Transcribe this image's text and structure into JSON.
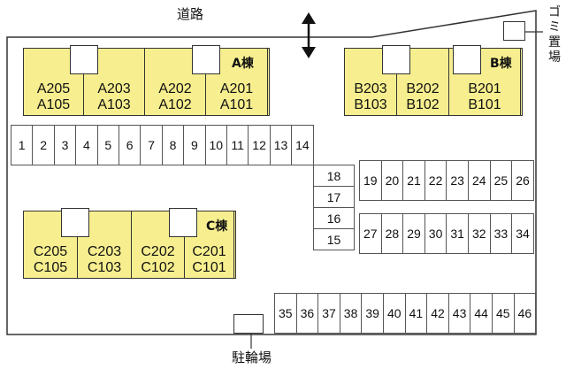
{
  "labels": {
    "road": "道路",
    "trash": "ゴミ置場",
    "bike": "駐輪場"
  },
  "buildings": [
    {
      "name": "A棟",
      "units": [
        [
          "A205",
          "A105"
        ],
        [
          "A203",
          "A103"
        ],
        [
          "A202",
          "A102"
        ],
        [
          "A201",
          "A101"
        ]
      ]
    },
    {
      "name": "B棟",
      "units": [
        [
          "B203",
          "B103"
        ],
        [
          "B202",
          "B102"
        ],
        [
          "B201",
          "B101"
        ]
      ]
    },
    {
      "name": "C棟",
      "units": [
        [
          "C205",
          "C105"
        ],
        [
          "C203",
          "C103"
        ],
        [
          "C202",
          "C102"
        ],
        [
          "C201",
          "C101"
        ]
      ]
    }
  ],
  "parking": {
    "row_1_14": [
      "1",
      "2",
      "3",
      "4",
      "5",
      "6",
      "7",
      "8",
      "9",
      "10",
      "11",
      "12",
      "13",
      "14"
    ],
    "col_18_15": [
      "18",
      "17",
      "16",
      "15"
    ],
    "row_19_26": [
      "19",
      "20",
      "21",
      "22",
      "23",
      "24",
      "25",
      "26"
    ],
    "row_27_34": [
      "27",
      "28",
      "29",
      "30",
      "31",
      "32",
      "33",
      "34"
    ],
    "row_35_46": [
      "35",
      "36",
      "37",
      "38",
      "39",
      "40",
      "41",
      "42",
      "43",
      "44",
      "45",
      "46"
    ]
  },
  "colors": {
    "building_fill": "#f7ef8f",
    "line": "#333333"
  }
}
